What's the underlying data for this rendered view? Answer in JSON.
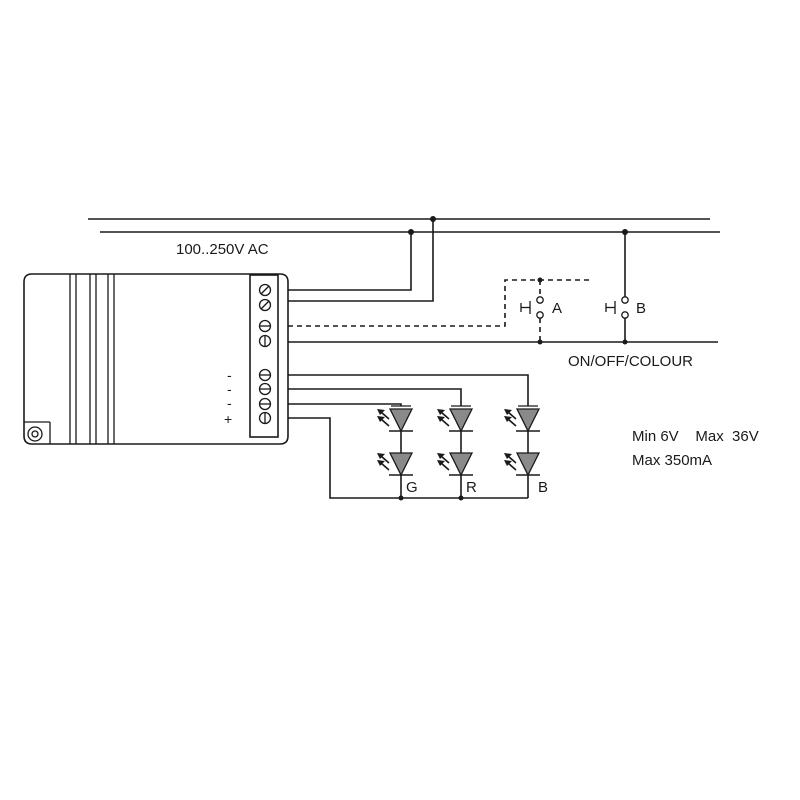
{
  "supply": {
    "label": "100..250V AC"
  },
  "buttons": [
    {
      "id": "A",
      "label": "A"
    },
    {
      "id": "B",
      "label": "B"
    }
  ],
  "control": {
    "label": "ON/OFF/COLOUR"
  },
  "terminals": {
    "polarity_labels": [
      "-",
      "-",
      "-",
      "+"
    ]
  },
  "led_channels": [
    {
      "label": "G"
    },
    {
      "label": "R"
    },
    {
      "label": "B"
    }
  ],
  "specs": {
    "line1": "Min 6V    Max  36V",
    "line2": "Max 350mA"
  },
  "colors": {
    "line": "#1a1a1a",
    "led_fill": "#8a8a8a",
    "background": "#ffffff"
  }
}
